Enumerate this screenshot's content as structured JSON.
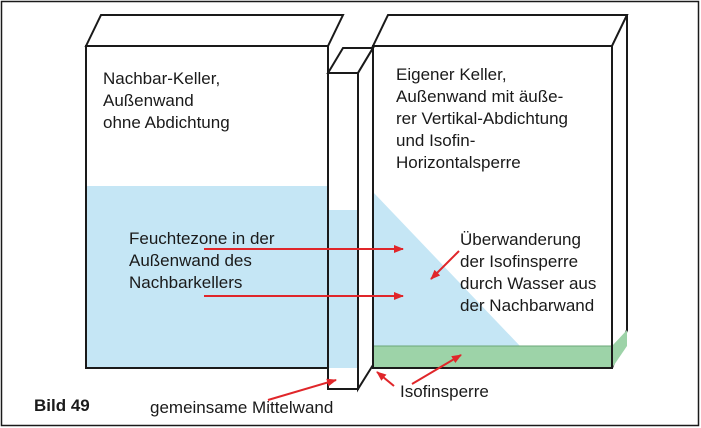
{
  "figure_label": "Bild 49",
  "labels": {
    "neighbor_cellar": [
      "Nachbar-Keller,",
      "Außenwand",
      "ohne Abdichtung"
    ],
    "own_cellar": [
      "Eigener Keller,",
      "Außenwand mit äuße-",
      "rer Vertikal-Abdichtung",
      "und Isofin-",
      "Horizontalsperre"
    ],
    "moisture_zone": [
      "Feuchtezone in der",
      "Außenwand des",
      "Nachbarkellers"
    ],
    "migration": [
      "Überwanderung",
      "der Isofinsperre",
      "durch Wasser aus",
      "der Nachbarwand"
    ],
    "common_wall": "gemeinsame Mittelwand",
    "isofin_barrier": "Isofinsperre"
  },
  "colors": {
    "water": "#c5e6f5",
    "barrier": "#9dd3a8",
    "arrow": "#e0262a",
    "outline": "#1a1a1a"
  }
}
